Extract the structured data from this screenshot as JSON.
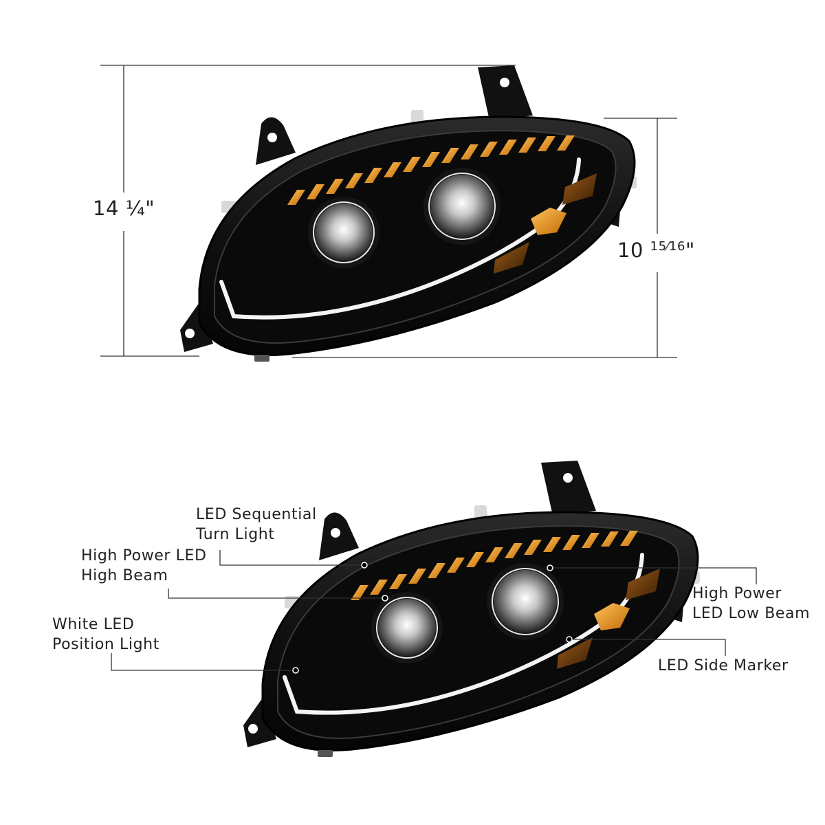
{
  "dimensions": {
    "height_label": "14 ¼\"",
    "depth_label_whole": "10",
    "depth_label_fraction": "15⁄16",
    "depth_label_unit": "\""
  },
  "callouts": {
    "turn_light": {
      "line1": "LED Sequential",
      "line2": "Turn Light"
    },
    "high_beam": {
      "line1": "High Power LED",
      "line2": "High Beam"
    },
    "position_light": {
      "line1": "White LED",
      "line2": "Position Light"
    },
    "low_beam": {
      "line1": "High Power",
      "line2": "LED Low Beam"
    },
    "side_marker": {
      "line1": "LED Side Marker"
    }
  },
  "colors": {
    "housing": "#0d0d0d",
    "amber": "#f29a1c",
    "white_led": "#f4f4f4",
    "line": "#333333"
  }
}
